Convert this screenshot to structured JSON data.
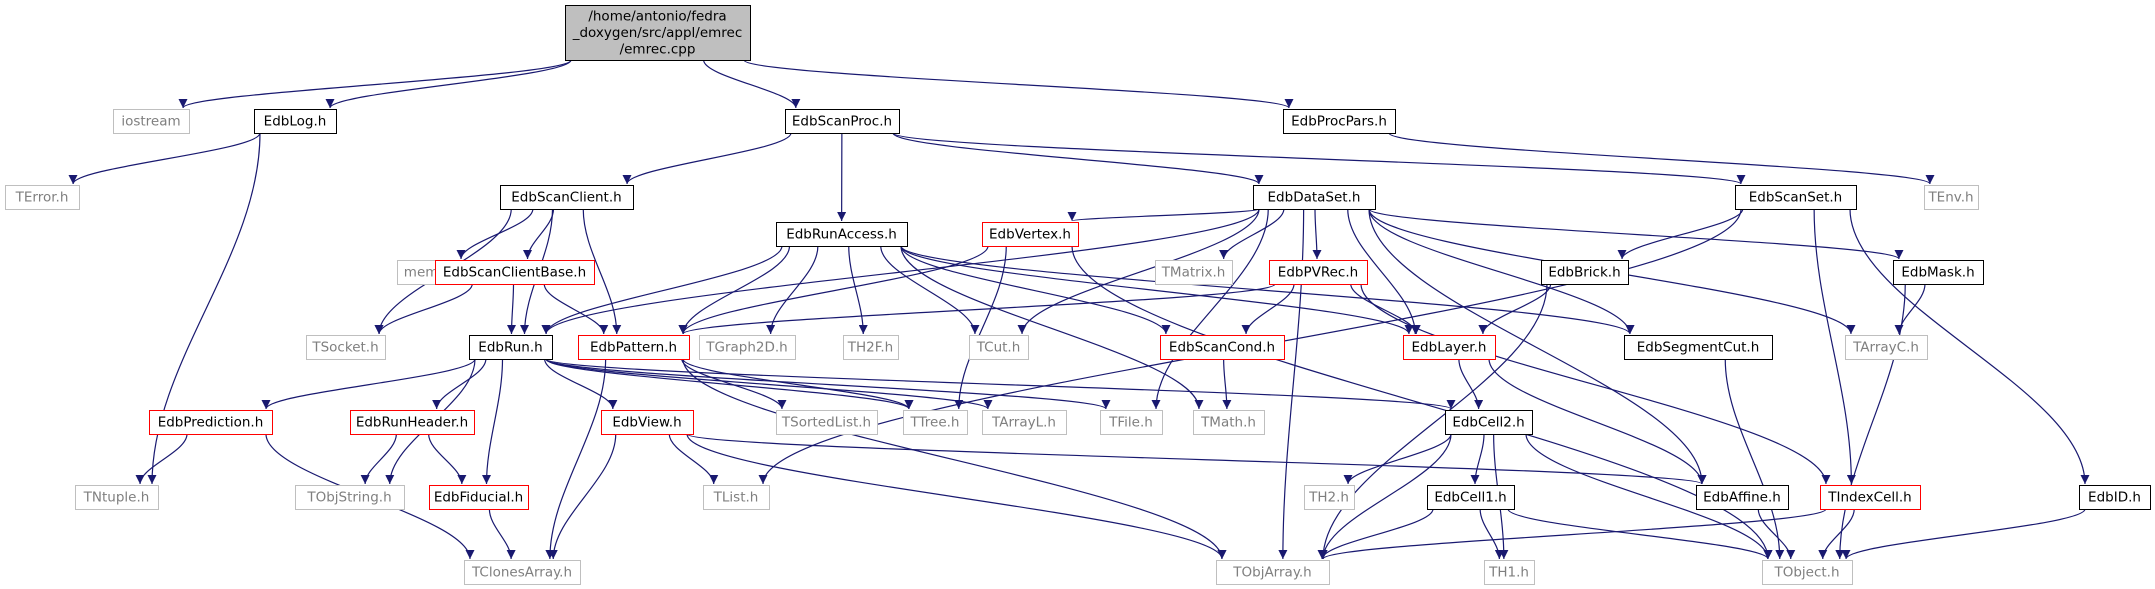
{
  "colors": {
    "edge": "#191970",
    "default_border": "#000000",
    "missing_border": "#bfbfbf",
    "missing_text": "#7f7f7f",
    "incomplete_border": "#ff0000",
    "root_fill": "#bfbfbf",
    "text": "#000000"
  },
  "nodes": [
    {
      "id": "root",
      "label_lines": [
        "/home/antonio/fedra",
        "_doxygen/src/appl/emrec",
        "/emrec.cpp"
      ],
      "style": "root"
    },
    {
      "id": "iostream",
      "label": "iostream",
      "style": "missing"
    },
    {
      "id": "EdbLog",
      "label": "EdbLog.h",
      "style": "normal"
    },
    {
      "id": "EdbScanProc",
      "label": "EdbScanProc.h",
      "style": "normal"
    },
    {
      "id": "EdbProcPars",
      "label": "EdbProcPars.h",
      "style": "normal"
    },
    {
      "id": "TError",
      "label": "TError.h",
      "style": "missing"
    },
    {
      "id": "EdbScanClient",
      "label": "EdbScanClient.h",
      "style": "normal"
    },
    {
      "id": "EdbDataSet",
      "label": "EdbDataSet.h",
      "style": "normal"
    },
    {
      "id": "EdbScanSet",
      "label": "EdbScanSet.h",
      "style": "normal"
    },
    {
      "id": "TEnv",
      "label": "TEnv.h",
      "style": "missing"
    },
    {
      "id": "memory",
      "label": "memory",
      "style": "missing"
    },
    {
      "id": "EdbScanClientBase",
      "label": "EdbScanClientBase.h",
      "style": "red"
    },
    {
      "id": "EdbRunAccess",
      "label": "EdbRunAccess.h",
      "style": "normal"
    },
    {
      "id": "EdbVertex",
      "label": "EdbVertex.h",
      "style": "red"
    },
    {
      "id": "TMatrix",
      "label": "TMatrix.h",
      "style": "missing"
    },
    {
      "id": "EdbPVRec",
      "label": "EdbPVRec.h",
      "style": "red"
    },
    {
      "id": "EdbBrick",
      "label": "EdbBrick.h",
      "style": "normal"
    },
    {
      "id": "EdbMask",
      "label": "EdbMask.h",
      "style": "normal"
    },
    {
      "id": "TSocket",
      "label": "TSocket.h",
      "style": "missing"
    },
    {
      "id": "EdbRun",
      "label": "EdbRun.h",
      "style": "normal"
    },
    {
      "id": "EdbPattern",
      "label": "EdbPattern.h",
      "style": "red"
    },
    {
      "id": "TGraph2D",
      "label": "TGraph2D.h",
      "style": "missing"
    },
    {
      "id": "TH2F",
      "label": "TH2F.h",
      "style": "missing"
    },
    {
      "id": "TCut",
      "label": "TCut.h",
      "style": "missing"
    },
    {
      "id": "EdbScanCond",
      "label": "EdbScanCond.h",
      "style": "red"
    },
    {
      "id": "EdbLayer",
      "label": "EdbLayer.h",
      "style": "red"
    },
    {
      "id": "EdbSegmentCut",
      "label": "EdbSegmentCut.h",
      "style": "normal"
    },
    {
      "id": "TArrayC",
      "label": "TArrayC.h",
      "style": "missing"
    },
    {
      "id": "EdbPrediction",
      "label": "EdbPrediction.h",
      "style": "red"
    },
    {
      "id": "EdbRunHeader",
      "label": "EdbRunHeader.h",
      "style": "red"
    },
    {
      "id": "EdbView",
      "label": "EdbView.h",
      "style": "red"
    },
    {
      "id": "TSortedList",
      "label": "TSortedList.h",
      "style": "missing"
    },
    {
      "id": "TTree",
      "label": "TTree.h",
      "style": "missing"
    },
    {
      "id": "TArrayL",
      "label": "TArrayL.h",
      "style": "missing"
    },
    {
      "id": "TFile",
      "label": "TFile.h",
      "style": "missing"
    },
    {
      "id": "TMath",
      "label": "TMath.h",
      "style": "missing"
    },
    {
      "id": "EdbCell2",
      "label": "EdbCell2.h",
      "style": "normal"
    },
    {
      "id": "TNtuple",
      "label": "TNtuple.h",
      "style": "missing"
    },
    {
      "id": "TObjString",
      "label": "TObjString.h",
      "style": "missing"
    },
    {
      "id": "EdbFiducial",
      "label": "EdbFiducial.h",
      "style": "red"
    },
    {
      "id": "TList",
      "label": "TList.h",
      "style": "missing"
    },
    {
      "id": "TH2",
      "label": "TH2.h",
      "style": "missing"
    },
    {
      "id": "EdbCell1",
      "label": "EdbCell1.h",
      "style": "normal"
    },
    {
      "id": "EdbAffine",
      "label": "EdbAffine.h",
      "style": "normal"
    },
    {
      "id": "TIndexCell",
      "label": "TIndexCell.h",
      "style": "red"
    },
    {
      "id": "EdbID",
      "label": "EdbID.h",
      "style": "normal"
    },
    {
      "id": "TClonesArray",
      "label": "TClonesArray.h",
      "style": "missing"
    },
    {
      "id": "TObjArray",
      "label": "TObjArray.h",
      "style": "missing"
    },
    {
      "id": "TH1",
      "label": "TH1.h",
      "style": "missing"
    },
    {
      "id": "TObject",
      "label": "TObject.h",
      "style": "missing"
    }
  ],
  "edges": [
    [
      "root",
      "iostream"
    ],
    [
      "root",
      "EdbLog"
    ],
    [
      "root",
      "EdbScanProc"
    ],
    [
      "root",
      "EdbProcPars"
    ],
    [
      "EdbLog",
      "TError"
    ],
    [
      "EdbLog",
      "TNtuple"
    ],
    [
      "EdbScanProc",
      "EdbScanClient"
    ],
    [
      "EdbScanProc",
      "EdbRunAccess"
    ],
    [
      "EdbScanProc",
      "EdbDataSet"
    ],
    [
      "EdbScanProc",
      "EdbScanSet"
    ],
    [
      "EdbProcPars",
      "TEnv"
    ],
    [
      "EdbScanClient",
      "TSocket"
    ],
    [
      "EdbScanClient",
      "memory"
    ],
    [
      "EdbScanClient",
      "EdbScanClientBase"
    ],
    [
      "EdbScanClient",
      "EdbRun"
    ],
    [
      "EdbScanClient",
      "EdbPattern"
    ],
    [
      "EdbScanClientBase",
      "TSocket"
    ],
    [
      "EdbScanClientBase",
      "EdbRun"
    ],
    [
      "EdbScanClientBase",
      "EdbPattern"
    ],
    [
      "EdbDataSet",
      "EdbRun"
    ],
    [
      "EdbDataSet",
      "TCut"
    ],
    [
      "EdbDataSet",
      "EdbVertex"
    ],
    [
      "EdbDataSet",
      "TMatrix"
    ],
    [
      "EdbDataSet",
      "EdbPVRec"
    ],
    [
      "EdbDataSet",
      "TFile"
    ],
    [
      "EdbDataSet",
      "TObjArray"
    ],
    [
      "EdbDataSet",
      "EdbLayer"
    ],
    [
      "EdbDataSet",
      "EdbSegmentCut"
    ],
    [
      "EdbDataSet",
      "EdbAffine"
    ],
    [
      "EdbDataSet",
      "EdbMask"
    ],
    [
      "EdbDataSet",
      "TArrayC"
    ],
    [
      "EdbRunAccess",
      "EdbRun"
    ],
    [
      "EdbRunAccess",
      "EdbPattern"
    ],
    [
      "EdbRunAccess",
      "TGraph2D"
    ],
    [
      "EdbRunAccess",
      "TH2F"
    ],
    [
      "EdbRunAccess",
      "TCut"
    ],
    [
      "EdbRunAccess",
      "EdbScanCond"
    ],
    [
      "EdbRunAccess",
      "EdbLayer"
    ],
    [
      "EdbRunAccess",
      "EdbSegmentCut"
    ],
    [
      "EdbRunAccess",
      "TMath"
    ],
    [
      "EdbVertex",
      "EdbPattern"
    ],
    [
      "EdbVertex",
      "TTree"
    ],
    [
      "EdbVertex",
      "TObject"
    ],
    [
      "EdbPVRec",
      "EdbPattern"
    ],
    [
      "EdbPVRec",
      "EdbScanCond"
    ],
    [
      "EdbPVRec",
      "EdbLayer"
    ],
    [
      "EdbPVRec",
      "TIndexCell"
    ],
    [
      "EdbScanSet",
      "EdbBrick"
    ],
    [
      "EdbScanSet",
      "TList"
    ],
    [
      "EdbScanSet",
      "TIndexCell"
    ],
    [
      "EdbScanSet",
      "EdbID"
    ],
    [
      "EdbBrick",
      "EdbLayer"
    ],
    [
      "EdbBrick",
      "TObjArray"
    ],
    [
      "EdbMask",
      "TArrayC"
    ],
    [
      "EdbMask",
      "TObject"
    ],
    [
      "EdbRun",
      "EdbPrediction"
    ],
    [
      "EdbRun",
      "EdbRunHeader"
    ],
    [
      "EdbRun",
      "EdbView"
    ],
    [
      "EdbRun",
      "TObjString"
    ],
    [
      "EdbRun",
      "EdbFiducial"
    ],
    [
      "EdbRun",
      "TTree"
    ],
    [
      "EdbRun",
      "TFile"
    ],
    [
      "EdbRun",
      "TArrayL"
    ],
    [
      "EdbRun",
      "EdbCell2"
    ],
    [
      "EdbPattern",
      "TClonesArray"
    ],
    [
      "EdbPattern",
      "TSortedList"
    ],
    [
      "EdbPattern",
      "TTree"
    ],
    [
      "EdbPattern",
      "TObjArray"
    ],
    [
      "EdbScanCond",
      "TMath"
    ],
    [
      "EdbLayer",
      "EdbCell2"
    ],
    [
      "EdbLayer",
      "EdbAffine"
    ],
    [
      "EdbSegmentCut",
      "TObject"
    ],
    [
      "EdbPrediction",
      "TNtuple"
    ],
    [
      "EdbPrediction",
      "TClonesArray"
    ],
    [
      "EdbRunHeader",
      "TObjString"
    ],
    [
      "EdbRunHeader",
      "EdbFiducial"
    ],
    [
      "EdbView",
      "TList"
    ],
    [
      "EdbView",
      "TClonesArray"
    ],
    [
      "EdbView",
      "TObjArray"
    ],
    [
      "EdbView",
      "EdbAffine"
    ],
    [
      "EdbFiducial",
      "TClonesArray"
    ],
    [
      "EdbCell2",
      "TH2"
    ],
    [
      "EdbCell2",
      "EdbCell1"
    ],
    [
      "EdbCell2",
      "TH1"
    ],
    [
      "EdbCell2",
      "TObjArray"
    ],
    [
      "EdbCell2",
      "TObject"
    ],
    [
      "EdbCell1",
      "TH1"
    ],
    [
      "EdbCell1",
      "TObjArray"
    ],
    [
      "EdbCell1",
      "TObject"
    ],
    [
      "EdbAffine",
      "TObject"
    ],
    [
      "TIndexCell",
      "TObjArray"
    ],
    [
      "TIndexCell",
      "TObject"
    ],
    [
      "EdbID",
      "TObject"
    ]
  ]
}
